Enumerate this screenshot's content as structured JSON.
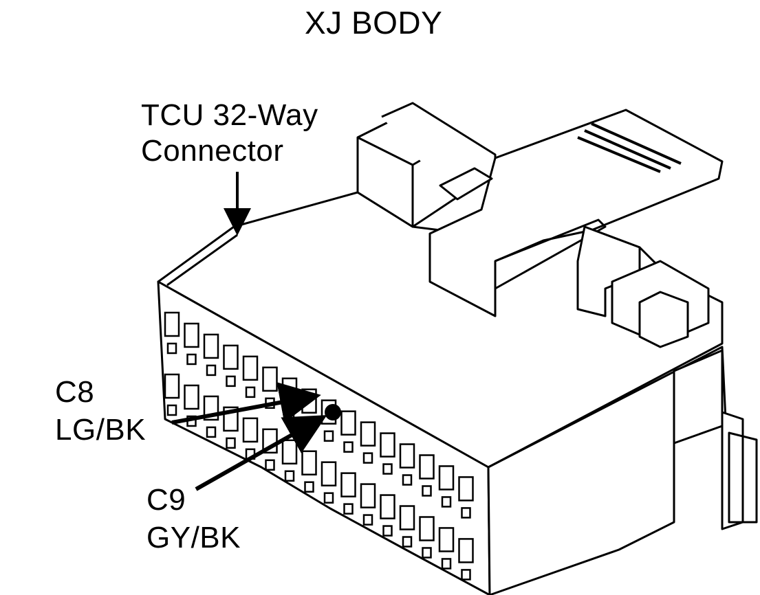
{
  "diagram": {
    "title": "XJ BODY",
    "connector_label": {
      "line1": "TCU 32-Way",
      "line2": "Connector"
    },
    "callouts": [
      {
        "id": "C8",
        "wire": "LG/BK"
      },
      {
        "id": "C9",
        "wire": "GY/BK"
      }
    ]
  },
  "colors": {
    "ink": "#000000",
    "paper": "#ffffff"
  }
}
